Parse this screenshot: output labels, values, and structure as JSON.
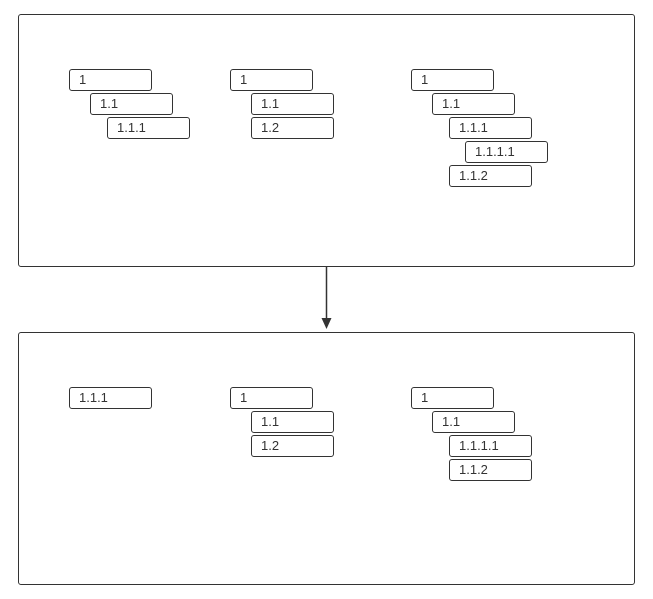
{
  "panels": [
    {
      "id": "before",
      "trees": [
        {
          "nodes": [
            {
              "label": "1",
              "depth": 0
            },
            {
              "label": "1.1",
              "depth": 1
            },
            {
              "label": "1.1.1",
              "depth": 2
            }
          ]
        },
        {
          "nodes": [
            {
              "label": "1",
              "depth": 0
            },
            {
              "label": "1.1",
              "depth": 1
            },
            {
              "label": "1.2",
              "depth": 1
            }
          ]
        },
        {
          "nodes": [
            {
              "label": "1",
              "depth": 0
            },
            {
              "label": "1.1",
              "depth": 1
            },
            {
              "label": "1.1.1",
              "depth": 2
            },
            {
              "label": "1.1.1.1",
              "depth": 3
            },
            {
              "label": "1.1.2",
              "depth": 2
            }
          ]
        }
      ]
    },
    {
      "id": "after",
      "trees": [
        {
          "nodes": [
            {
              "label": "1.1.1",
              "depth": 0
            }
          ]
        },
        {
          "nodes": [
            {
              "label": "1",
              "depth": 0
            },
            {
              "label": "1.1",
              "depth": 1
            },
            {
              "label": "1.2",
              "depth": 1
            }
          ]
        },
        {
          "nodes": [
            {
              "label": "1",
              "depth": 0
            },
            {
              "label": "1.1",
              "depth": 1
            },
            {
              "label": "1.1.1.1",
              "depth": 2
            },
            {
              "label": "1.1.2",
              "depth": 2
            }
          ]
        }
      ]
    }
  ],
  "colors": {
    "stroke": "#333333",
    "text": "#333333",
    "fill": "#ffffff"
  }
}
